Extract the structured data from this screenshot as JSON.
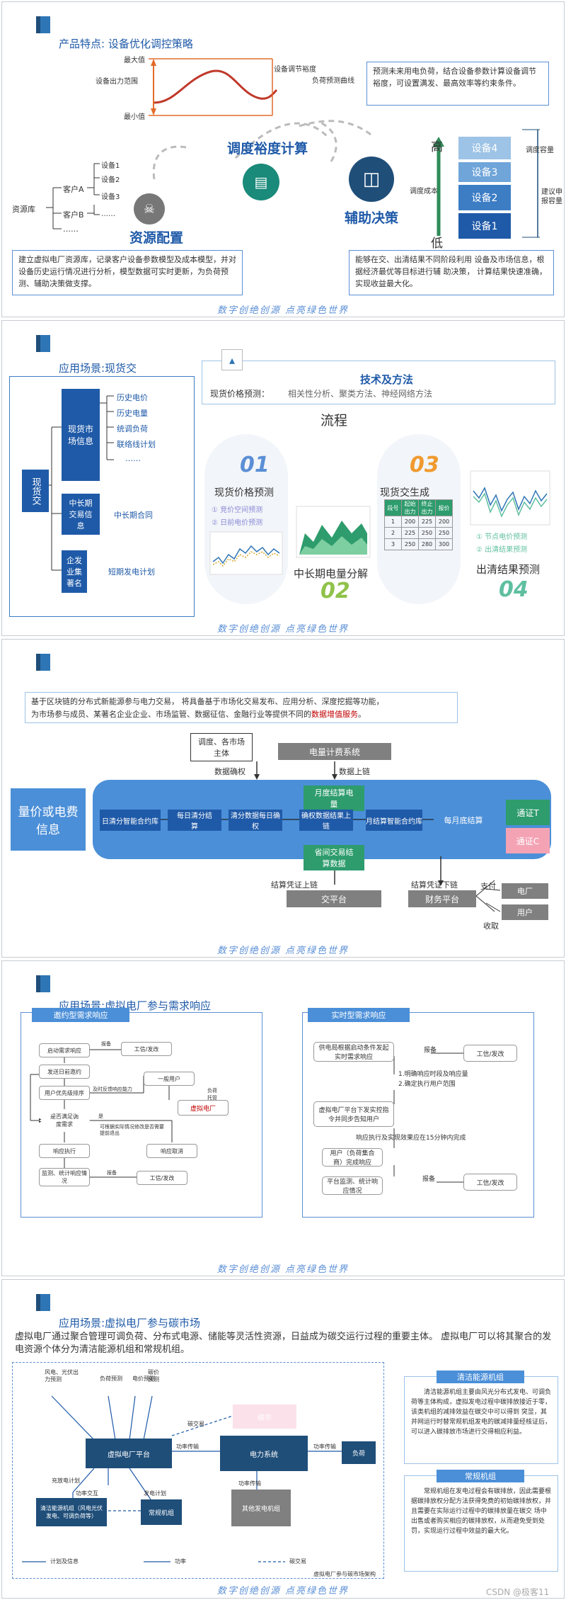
{
  "footer_text": "数字创绝创源 点亮绿色世界",
  "watermark": "CSDN @极客11",
  "s1": {
    "heading": "产品特点: 设备优化调控策略",
    "max_label": "最大值",
    "min_label": "最小值",
    "range_label": "设备出力范围",
    "margin_label": "设备调节裕度",
    "curve_label": "负荷预测曲线",
    "predict_text": "预测未来用电负荷，结合设备参数计算设备调节裕度，可设置满发、最高效率等约束条件。",
    "calc_title": "调度裕度计算",
    "res_title": "资源配置",
    "aux_title": "辅助决策",
    "lib_label": "资源库",
    "custA": "客户A",
    "custB": "客户B",
    "dev1": "设备1",
    "dev2": "设备2",
    "dev3": "设备3",
    "ellipsis1": "……",
    "ellipsis2": "……",
    "high": "高",
    "low": "低",
    "cost_label": "调度成本",
    "devices": [
      "设备4",
      "设备3",
      "设备2",
      "设备1"
    ],
    "capacity_label": "调度容量",
    "suggest_label": "建议申报容量",
    "left_text": "建立虚拟电厂资源库，记录客户设备参数模型及成本模型，并对设备历史运行情况进行分析，模型数据可实时更新，为负荷预测、辅助决策做支撑。",
    "right_text": "能够在交、出清结果不同阶段利用    设备及市场信息，根据经济最优等目标进行辅    助决策，   计算结果快速准确，  实现收益最大化。"
  },
  "s2": {
    "heading": "应用场景:现货交",
    "root": "现货交",
    "b1": "现货市场信息",
    "b2": "中长期交易信息",
    "b3": "企发业集著名",
    "b1_items": [
      "历史电价",
      "历史电量",
      "统调负荷",
      "联络线计划",
      "……"
    ],
    "b2_item": "中长期合同",
    "b3_item": "短期发电计划",
    "tech_title": "技术及方法",
    "tech_label": "现货价格预测：",
    "tech_methods": "相关性分析、聚类方法、神经网络方法",
    "flow_title": "流程",
    "n1": "01",
    "n2": "02",
    "n3": "03",
    "n4": "04",
    "step1": "现货价格预测",
    "step2": "中长期电量分解",
    "step3": "现货交生成",
    "step4": "出清结果预测",
    "step1_items": [
      "① 竞价空间预测",
      "② 日前电价预测"
    ],
    "step4_items": [
      "① 节点电价预测",
      "② 出清结果预测"
    ],
    "table_header": [
      "段号",
      "起始出力",
      "终止出力",
      "报价"
    ],
    "table_rows": [
      [
        "1",
        "200",
        "225",
        "200"
      ],
      [
        "2",
        "225",
        "250",
        "250"
      ],
      [
        "3",
        "250",
        "280",
        "300"
      ]
    ]
  },
  "s3": {
    "intro1": "基于区块链的分布式新能源参与电力交易， 将具备基于市场化交易发布、应用分析、深度挖掘等功能，",
    "intro2a": "为市场参与成员、某著名企业企业、市场监管、数据征信、金融行业等提供不同的",
    "intro2b": "数据增值服务",
    "intro2c": "。",
    "top_box": "调度、各市场主体",
    "confirm": "数据确权",
    "meter": "电量计费系统",
    "chain_up": "数据上链",
    "month_box": "月度结算电量",
    "left_big": "量价或电费信息",
    "flow": [
      "日清分智能合约库",
      "每日清分结算",
      "清分数据每日确权",
      "确权数据结果上链",
      "月结算智能合约库",
      "每月底结算"
    ],
    "prov_box": "省间交易结算数据",
    "notify_t": "通证T",
    "notify_c": "通证C",
    "cert1": "结算凭证上链",
    "cert2": "结算凭证下链",
    "platform": "交平台",
    "finance": "财务平台",
    "pay": "支付",
    "receive": "收取",
    "plant": "电厂",
    "user": "用户"
  },
  "s4": {
    "heading": "应用场景:虚拟电厂参与需求响应",
    "left_title": "邀约型需求响应",
    "right_title": "实时型需求响应",
    "l_nodes": [
      "启动需求响应",
      "发送日前邀约",
      "用户优先级排序",
      "是否满足调度需求",
      "响应执行",
      "监测、统计响应情况",
      "一般用户",
      "虚拟电厂",
      "响应取消",
      "工信/发改"
    ],
    "l_labels": [
      "报备",
      "及时反馈响应能力",
      "负荷托管",
      "是",
      "可根据实际情况修改是否需要提前退出",
      "报备"
    ],
    "l_top_right": "工信/发改",
    "r_nodes": [
      "供电局根据启动条件发起实时需求响应",
      "虚拟电厂平台下发实控指令并同步告知用户",
      "用户（负荷集合商）完成响应",
      "平台监测、统计响应情况"
    ],
    "r_labels": [
      "报备",
      "1.明确响应时段及响应量",
      "2.确定执行用户范围",
      "响应执行及实现效果应在15分钟内完成",
      "报备"
    ],
    "r_side": [
      "工信/发改",
      "工信/发改"
    ]
  },
  "s5": {
    "heading": "应用场景:虚拟电厂参与碳市场",
    "intro": "虚拟电厂通过聚合管理可调负荷、分布式电源、储能等灵活性资源，日益成为碳交运行过程的重要主体。    虚拟电厂可以将其聚合的发电资源个体分为清洁能源机组和常规机组。",
    "src1": "风电、光伏出力预测",
    "src2": "负荷预测",
    "src3": "电价预测",
    "src4": "碳价预测",
    "carbon_box": "碳市",
    "carbon_trade": "碳交易",
    "vpp": "虚拟电厂平台",
    "power": "电力系统",
    "load": "负荷",
    "pt1": "功率传输",
    "pt2": "功率传输",
    "pt3": "功率传输",
    "charge": "充放电计划",
    "fb": "功率交互",
    "plan": "发电计划",
    "clean_unit": "清洁能源机组（风电光伏发电、可调负荷等）",
    "normal_unit": "常规机组",
    "other_unit": "其他发电机组",
    "legend": [
      "计划及信息",
      "功率",
      "碳交易"
    ],
    "caption": "虚拟电厂参与碳市场架构",
    "clean_title": "清洁能源机组",
    "clean_text": "清洁能源机组主要由风光分布式发电、可调负荷等主体构成，虚拟发电过程中碳排放接近于零，该类机组的减排效益在碳交中可以得到    突显，其并网运行时替常规机组发电的碳减排量经核证后，可以进入碳排放市场进行交得相应利益。",
    "normal_title": "常规机组",
    "normal_text": "常规机组在发电过程会有碳排放，因此需要根据碳排放权分配方法获得免费的初始碳排放权，并且需要在实际运行过程中的碳排放量在碳交    场中出售或者购买相应的碳排放权，从而避免受到处罚，实现运行过程中效益的最大化。"
  }
}
